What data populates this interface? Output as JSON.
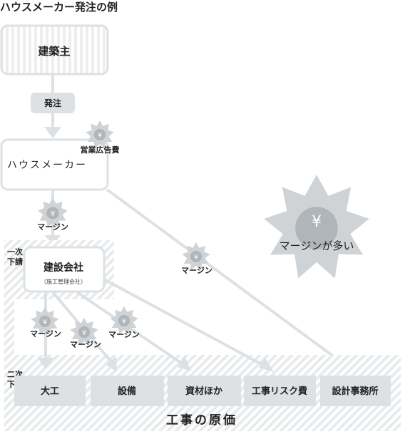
{
  "title": "ハウスメーカー発注の例",
  "client": "建築主",
  "order_label": "発注",
  "house_maker": "ハウスメーカー",
  "ad_fee": "営業広告費",
  "margin": "マージン",
  "yen": "¥",
  "subcontract_1": [
    "一次",
    "下請"
  ],
  "subcontract_2": [
    "二次",
    "下請"
  ],
  "contractor": "建設会社",
  "contractor_sub": "（施工管理会社）",
  "big_margin": "マージンが多い",
  "cost_items": [
    "大工",
    "設備",
    "資材ほか",
    "工事リスク費",
    "設計事務所"
  ],
  "construction_cost": "工事の原価",
  "colors": {
    "gray": "#dde1e3",
    "burst": "#cfd3d6",
    "burst_dark": "#b0b5b9"
  }
}
